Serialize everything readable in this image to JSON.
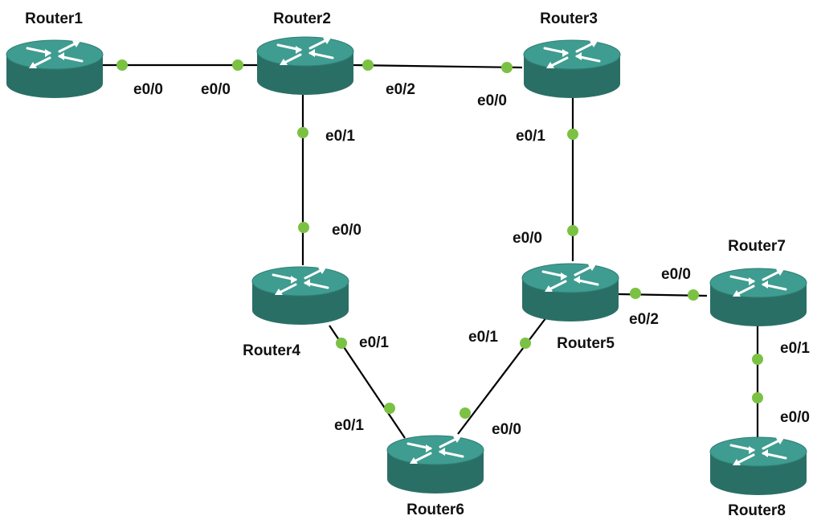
{
  "colors": {
    "router_side": "#2a6f66",
    "router_top": "#3f9c90",
    "router_top_edge": "#2f7f75",
    "port_dot": "#7bc143",
    "link": "#000000"
  },
  "routers": [
    {
      "id": "r1",
      "name": "Router1",
      "icon": "router-icon"
    },
    {
      "id": "r2",
      "name": "Router2",
      "icon": "router-icon"
    },
    {
      "id": "r3",
      "name": "Router3",
      "icon": "router-icon"
    },
    {
      "id": "r4",
      "name": "Router4",
      "icon": "router-icon"
    },
    {
      "id": "r5",
      "name": "Router5",
      "icon": "router-icon"
    },
    {
      "id": "r6",
      "name": "Router6",
      "icon": "router-icon"
    },
    {
      "id": "r7",
      "name": "Router7",
      "icon": "router-icon"
    },
    {
      "id": "r8",
      "name": "Router8",
      "icon": "router-icon"
    }
  ],
  "links": [
    {
      "a": "Router1",
      "a_port": "e0/0",
      "b": "Router2",
      "b_port": "e0/0"
    },
    {
      "a": "Router2",
      "a_port": "e0/2",
      "b": "Router3",
      "b_port": "e0/0"
    },
    {
      "a": "Router2",
      "a_port": "e0/1",
      "b": "Router4",
      "b_port": "e0/0"
    },
    {
      "a": "Router3",
      "a_port": "e0/1",
      "b": "Router5",
      "b_port": "e0/0"
    },
    {
      "a": "Router4",
      "a_port": "e0/1",
      "b": "Router6",
      "b_port": "e0/1"
    },
    {
      "a": "Router5",
      "a_port": "e0/1",
      "b": "Router6",
      "b_port": "e0/0"
    },
    {
      "a": "Router5",
      "a_port": "e0/2",
      "b": "Router7",
      "b_port": "e0/0"
    },
    {
      "a": "Router7",
      "a_port": "e0/1",
      "b": "Router8",
      "b_port": "e0/0"
    }
  ]
}
